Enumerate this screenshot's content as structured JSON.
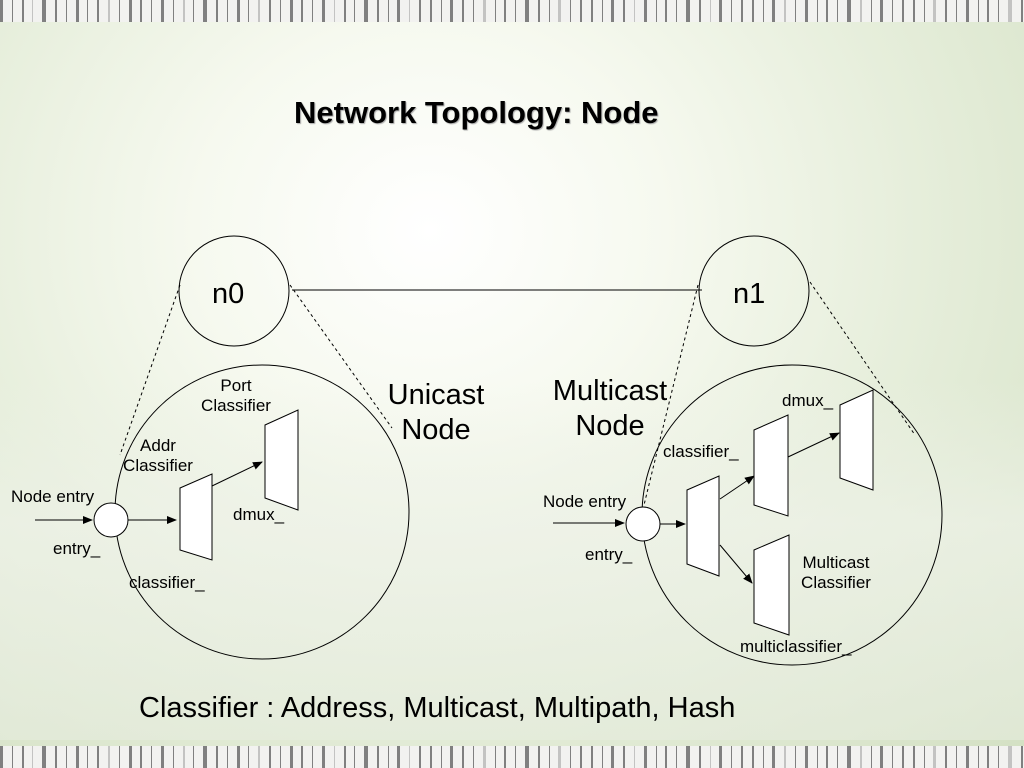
{
  "slide": {
    "title": "Network Topology: Node",
    "footer": "Classifier : Address, Multicast, Multipath, Hash"
  },
  "nodes": {
    "n0": "n0",
    "n1": "n1"
  },
  "unicast": {
    "heading_line1": "Unicast",
    "heading_line2": "Node",
    "port_classifier_line1": "Port",
    "port_classifier_line2": "Classifier",
    "addr_classifier_line1": "Addr",
    "addr_classifier_line2": "Classifier",
    "node_entry": "Node entry",
    "entry": "entry_",
    "classifier": "classifier_",
    "dmux": "dmux_"
  },
  "multicast": {
    "heading_line1": "Multicast",
    "heading_line2": "Node",
    "dmux": "dmux_",
    "classifier": "classifier_",
    "node_entry": "Node entry",
    "entry": "entry_",
    "mc_classifier_line1": "Multicast",
    "mc_classifier_line2": "Classifier",
    "multiclassifier": "multiclassifier_"
  },
  "colors": {
    "stroke": "#000000",
    "text": "#000000",
    "background": "#eef3e6"
  }
}
